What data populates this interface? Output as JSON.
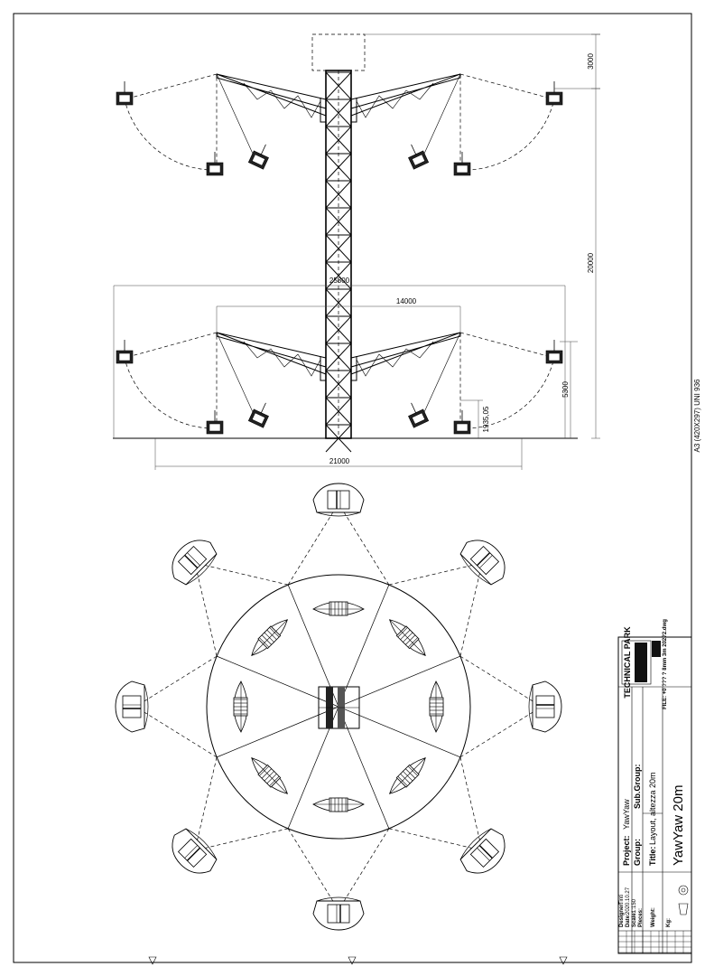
{
  "sheet": {
    "format": "A3 (420X297) UNI 936"
  },
  "elevation": {
    "dimensions": {
      "top_clearance": "3000",
      "height": "20000",
      "outer_span": "25800",
      "arm_span": "14000",
      "side_height": "5300",
      "gondola_height": "1935,05",
      "base_width": "21000"
    }
  },
  "title_block": {
    "company": "TECHNICAL PARK",
    "file_ref": "FILE: +0 ??? ? 8mm 3m 202?2.dwg",
    "designer_label": "Designer:",
    "designer": "Tinti",
    "date_label": "Date:",
    "date": "2020.10.27",
    "scale_label": "Scale:",
    "scale": "1:150",
    "pieces_label": "Pieces:",
    "weight_label": "Weight:",
    "kg_label": "Kg:",
    "project_label": "Project:",
    "project": "YawYaw",
    "group_label": "Group:",
    "subgroup_label": "Sub.Group:",
    "title_label": "Title:",
    "title": "Layout, altezza 20m",
    "drawing_name": "YawYaw 20m"
  }
}
